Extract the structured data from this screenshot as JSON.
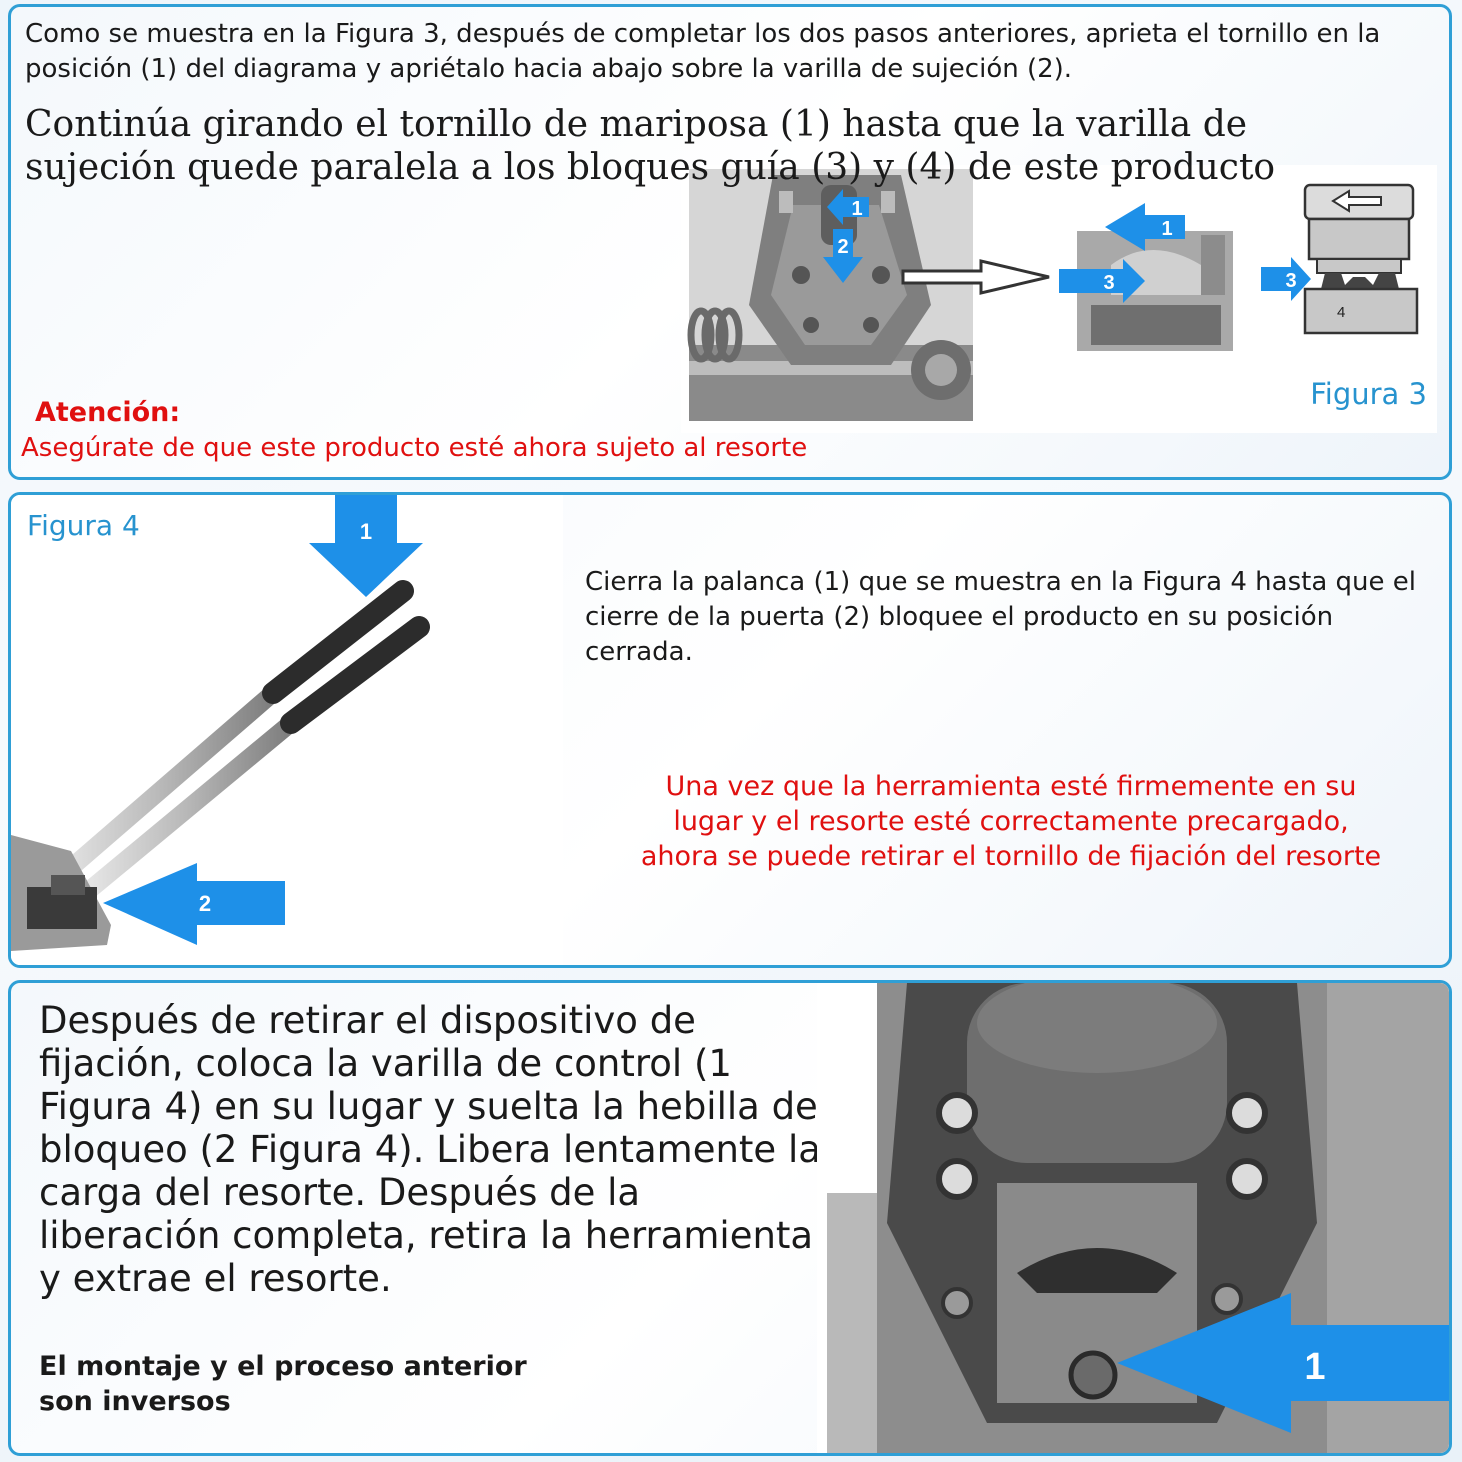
{
  "panel1": {
    "intro": "Como se muestra en la Figura 3, después de completar los dos pasos anteriores, aprieta el tornillo en la posición (1) del diagrama y apriétalo hacia abajo sobre la varilla de sujeción (2).",
    "heading": "Continúa girando el tornillo de mariposa (1) hasta que la varilla de sujeción quede paralela a los bloques guía (3) y (4) de este producto",
    "attention_title": "Atención:",
    "attention_text": "Asegúrate de que este producto esté ahora sujeto al resorte",
    "figure_label": "Figura 3",
    "callouts": [
      "1",
      "2",
      "1",
      "3",
      "3",
      "4"
    ]
  },
  "panel2": {
    "figure_label": "Figura 4",
    "instruction": "Cierra la palanca (1) que se muestra en la Figura 4 hasta que el cierre de la puerta (2) bloquee el producto en su posición cerrada.",
    "warning": "Una vez que la herramienta esté firmemente en su lugar y el resorte esté correctamente precargado, ahora se puede retirar el tornillo de fijación del resorte",
    "callouts": [
      "1",
      "2"
    ]
  },
  "panel3": {
    "instruction": "Después de retirar el dispositivo de fijación, coloca la varilla de control (1 Figura 4) en su lugar y suelta la hebilla de bloqueo (2 Figura 4). Libera lentamente la carga del resorte. Después de la liberación completa, retira la herramienta y extrae el resorte.",
    "note": "El montaje y el proceso anterior son inversos",
    "callouts": [
      "1"
    ]
  },
  "colors": {
    "accent": "#2f9fd6",
    "arrow": "#1e90e8",
    "warning": "#e01010"
  }
}
